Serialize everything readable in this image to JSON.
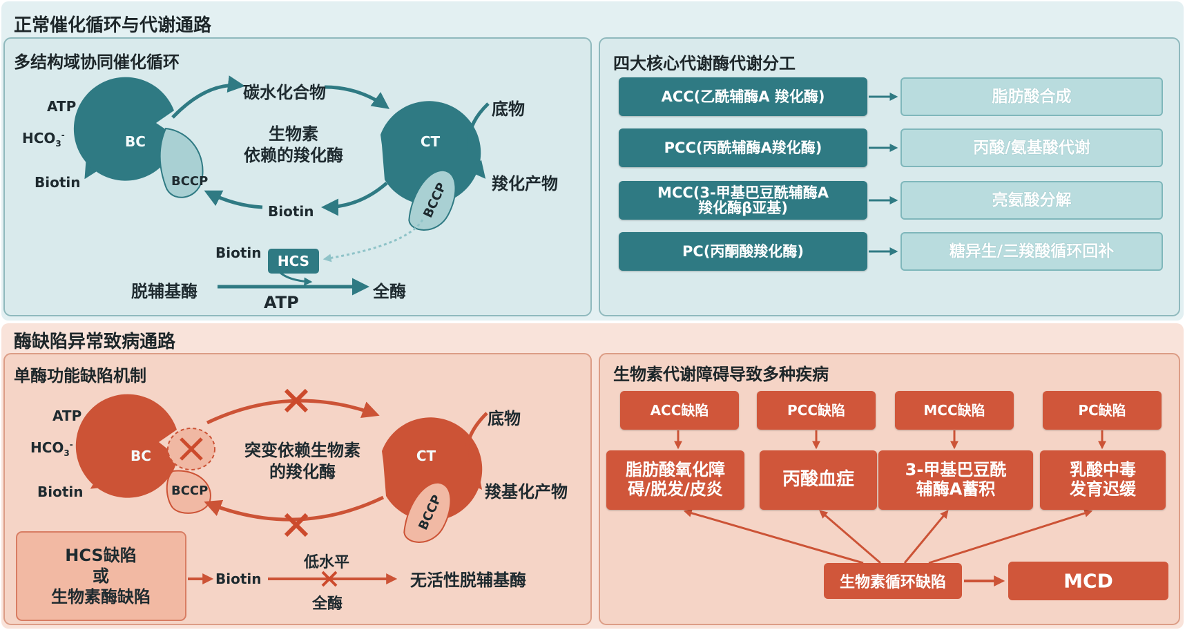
{
  "top_section": {
    "title": "正常催化循环与代谢通路",
    "left_panel": {
      "title": "多结构域协同催化循环",
      "atp": "ATP",
      "hco3": "HCO",
      "hco3_sub": "3",
      "hco3_sup": "-",
      "biotin_left": "Biotin",
      "bc": "BC",
      "bccp1": "BCCP",
      "carbohydrate": "碳水化合物",
      "center": "生物素\n依赖的羧化酶",
      "ct": "CT",
      "bccp2": "BCCP",
      "substrate": "底物",
      "product": "羧化产物",
      "biotin_return": "Biotin",
      "biotin_hcs": "Biotin",
      "hcs": "HCS",
      "apoenzyme": "脱辅基酶",
      "holoenzyme": "全酶",
      "atp_bottom": "ATP"
    },
    "right_panel": {
      "title": "四大核心代谢酶代谢分工",
      "enzymes": [
        {
          "name": "ACC(乙酰辅酶A 羧化酶)",
          "function": "脂肪酸合成"
        },
        {
          "name": "PCC(丙酰辅酶A羧化酶)",
          "function": "丙酸/氨基酸代谢"
        },
        {
          "name": "MCC(3-甲基巴豆酰辅酶A\n羧化酶β亚基)",
          "function": "亮氨酸分解"
        },
        {
          "name": "PC(丙酮酸羧化酶)",
          "function": "糖异生/三羧酸循环回补"
        }
      ]
    }
  },
  "bottom_section": {
    "title": "酶缺陷异常致病通路",
    "left_panel": {
      "title": "单酶功能缺陷机制",
      "atp": "ATP",
      "hco3": "HCO",
      "hco3_sub": "3",
      "hco3_sup": "-",
      "biotin_left": "Biotin",
      "bc": "BC",
      "bccp1": "BCCP",
      "center": "突变依赖生物素\n的羧化酶",
      "ct": "CT",
      "bccp2": "BCCP",
      "substrate": "底物",
      "product": "羧基化产物",
      "hcs_defect": "HCS缺陷\n或\n生物素酶缺陷",
      "biotin": "Biotin",
      "low_level": "低水平",
      "holoenzyme": "全酶",
      "inactive": "无活性脱辅基酶"
    },
    "right_panel": {
      "title": "生物素代谢障碍导致多种疾病",
      "defects": [
        "ACC缺陷",
        "PCC缺陷",
        "MCC缺陷",
        "PC缺陷"
      ],
      "phenotypes": [
        "脂肪酸氧化障\n碍/脱发/皮炎",
        "丙酸血症",
        "3-甲基巴豆酰\n辅酶A蓄积",
        "乳酸中毒\n发育迟缓"
      ],
      "cycle_defect": "生物素循环缺陷",
      "mcd": "MCD"
    }
  },
  "colors": {
    "teal_dark": "#2f7a83",
    "teal_light": "#b9dcde",
    "top_bg": "#dfeef0",
    "bottom_bg": "#f8dfd6",
    "red": "#d0563a",
    "red_light": "#f1b9a4"
  }
}
